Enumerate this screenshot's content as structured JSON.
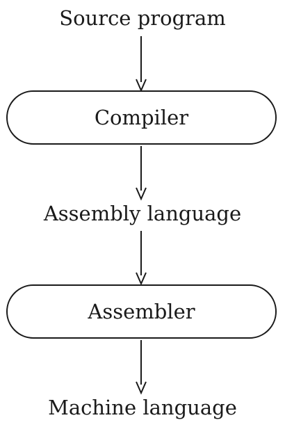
{
  "diagram": {
    "nodes": [
      {
        "id": "source",
        "kind": "label",
        "text": "Source program"
      },
      {
        "id": "compiler",
        "kind": "process",
        "text": "Compiler"
      },
      {
        "id": "assembly",
        "kind": "label",
        "text": "Assembly language"
      },
      {
        "id": "assembler",
        "kind": "process",
        "text": "Assembler"
      },
      {
        "id": "machine",
        "kind": "label",
        "text": "Machine language"
      }
    ],
    "edges": [
      {
        "from": "source",
        "to": "compiler"
      },
      {
        "from": "compiler",
        "to": "assembly"
      },
      {
        "from": "assembly",
        "to": "assembler"
      },
      {
        "from": "assembler",
        "to": "machine"
      }
    ]
  }
}
